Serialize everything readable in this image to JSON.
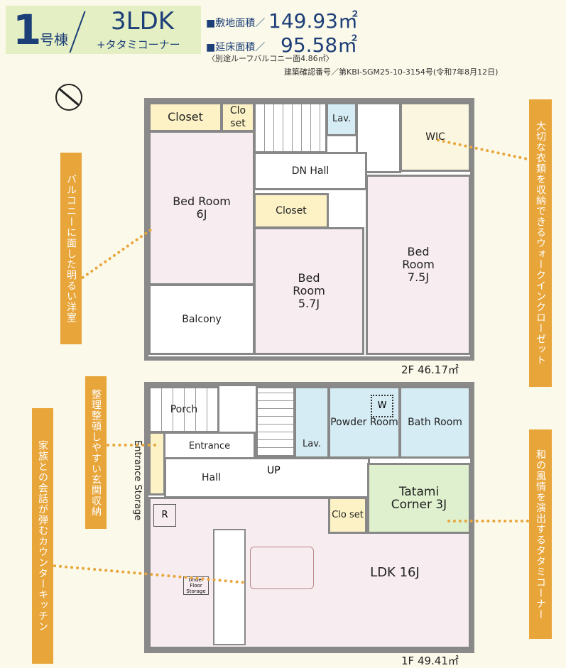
{
  "header": {
    "building_no": "1",
    "building_suffix": "号棟",
    "layout": "3LDK",
    "layout_sub": "+タタミコーナー",
    "site_area_label": "■敷地面積／",
    "site_area": "149.93㎡",
    "floor_area_label": "■延床面積／",
    "floor_area": "95.58㎡",
    "roof_note": "〈別途ルーフバルコニー面4.86㎡〉",
    "permit": "建築確認番号／第KBI-SGM25-10-3154号(令和7年8月12日)"
  },
  "floor2": {
    "area": "2F 46.17㎡",
    "rooms": {
      "closet1": "Closet",
      "closet2": "Clo set",
      "bed6": "Bed Room 6J",
      "balcony": "Balcony",
      "lav": "Lav.",
      "wic": "WIC",
      "hall": "DN Hall",
      "closet3": "Closet",
      "bed57": "Bed Room 5.7J",
      "bed75": "Bed Room 7.5J"
    }
  },
  "floor1": {
    "area": "1F 49.41㎡",
    "rooms": {
      "porch": "Porch",
      "entrance": "Entrance",
      "storage": "Entrance Storage",
      "lav": "Lav.",
      "powder": "Powder Room",
      "bath": "Bath Room",
      "washer": "W",
      "hall": "Hall",
      "up": "UP",
      "tatami": "Tatami Corner 3J",
      "closet": "Clo set",
      "ldk": "LDK 16J",
      "r": "R",
      "underfloor": "Under Floor Storage"
    }
  },
  "callouts": [
    "バルコニーに面した明るい洋室",
    "整理整頓しやすい玄関収納",
    "家族との会話が弾むカウンターキッチン",
    "大切な衣類を収納できるウォークインクローゼット",
    "和の風情を演出するタタミコーナー"
  ],
  "colors": {
    "accent": "#e8a53a",
    "navy": "#1d3f78"
  }
}
